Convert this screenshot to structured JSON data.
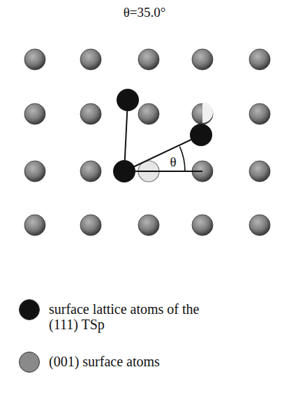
{
  "diagram": {
    "title": "θ=35.0°",
    "labels": [
      "θ"
    ],
    "legend": [
      {
        "text": "surface lattice atoms of the (111) TSp",
        "color": "#111111"
      },
      {
        "text": "(001) surface atoms",
        "color": "#8a8a8a"
      }
    ]
  }
}
